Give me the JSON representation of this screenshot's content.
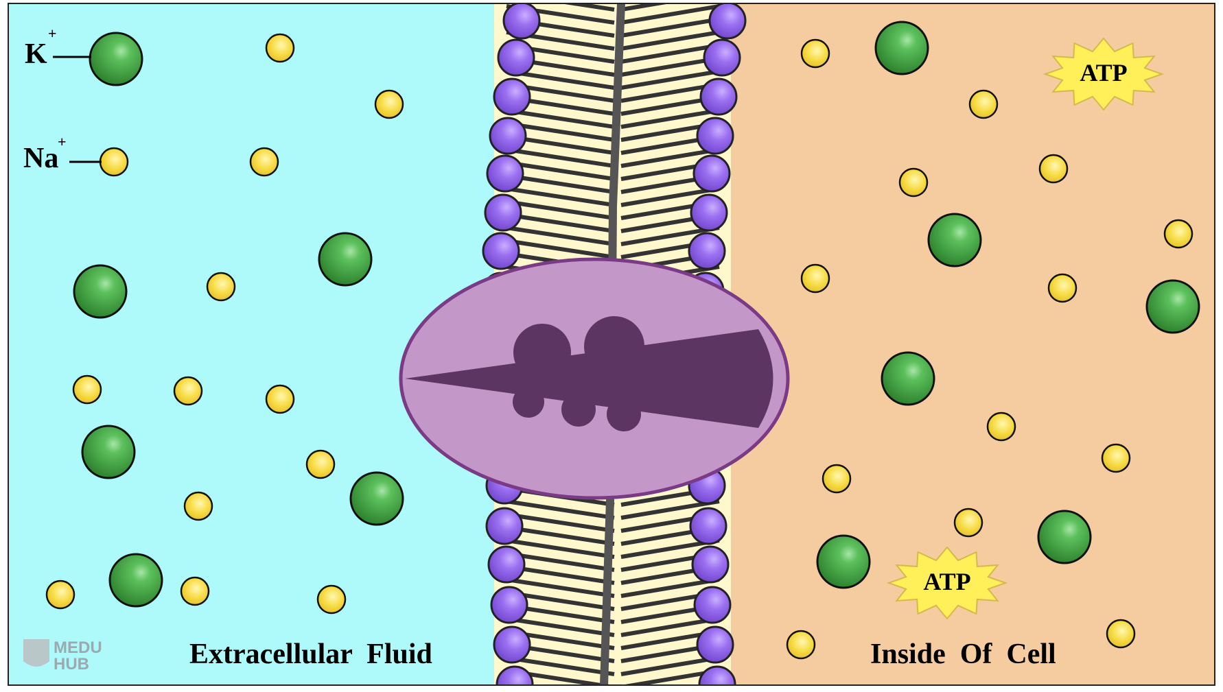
{
  "colors": {
    "extracellular": "#aefafa",
    "intracellular": "#f5cba0",
    "potassium": "#2f8c2f",
    "sodium": "#f3d23a",
    "phospholipid_head": "#8a5fe0",
    "lipid_tail": "#fff8cc",
    "protein_light": "#c398c8",
    "protein_dark": "#5c3562",
    "atp": "#fff05a"
  },
  "legend": {
    "potassium_label": "K",
    "potassium_charge": "+",
    "sodium_label": "Na",
    "sodium_charge": "+"
  },
  "regions": {
    "extracellular_label": "Extracellular  Fluid",
    "intracellular_label": "Inside  Of  Cell"
  },
  "atp": {
    "label_1": "ATP",
    "label_2": "ATP"
  },
  "logo": {
    "line1": "MEDU",
    "line2": "HUB"
  }
}
